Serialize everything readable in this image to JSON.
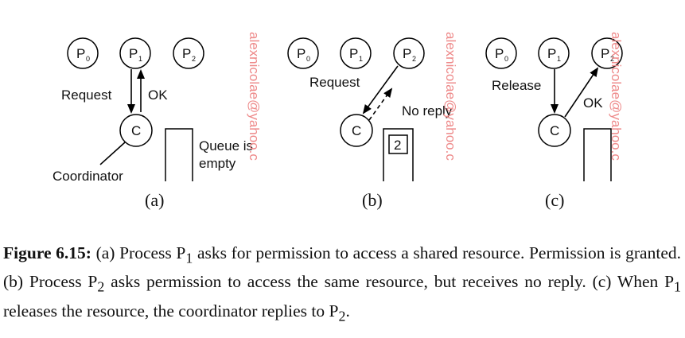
{
  "watermark": "alexnicolae@yahoo.c",
  "panels": {
    "a": {
      "tag": "(a)",
      "processes": [
        "P",
        "P",
        "P"
      ],
      "process_subscripts": [
        "0",
        "1",
        "2"
      ],
      "coordinator": "C",
      "request_label": "Request",
      "ok_label": "OK",
      "queue_label_line1": "Queue is",
      "queue_label_line2": "empty",
      "coordinator_label": "Coordinator"
    },
    "b": {
      "tag": "(b)",
      "processes": [
        "P",
        "P",
        "P"
      ],
      "process_subscripts": [
        "0",
        "1",
        "2"
      ],
      "coordinator": "C",
      "request_label": "Request",
      "no_reply_label": "No reply",
      "queue_item": "2"
    },
    "c": {
      "tag": "(c)",
      "processes": [
        "P",
        "P",
        "P"
      ],
      "process_subscripts": [
        "0",
        "1",
        "2"
      ],
      "coordinator": "C",
      "release_label": "Release",
      "ok_label": "OK"
    }
  },
  "caption": {
    "label": "Figure 6.15:",
    "part1": " (a) Process P",
    "sub1": "1",
    "part2": " asks for permission to access a shared resource. Permission is granted. (b) Process P",
    "sub2": "2",
    "part3": " asks permission to access the same resource, but receives no reply. (c) When P",
    "sub3": "1",
    "part4": " releases the resource, the coordinator replies to P",
    "sub4": "2",
    "part5": "."
  }
}
